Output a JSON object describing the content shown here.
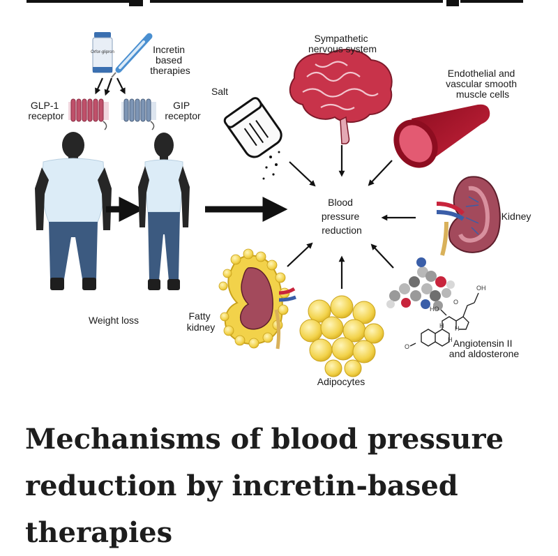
{
  "figure": {
    "drug_vial_label": "Orfor-glipron",
    "pen_label": [
      "Incretin",
      "based",
      "therapies"
    ],
    "glp1_label": [
      "GLP-1",
      "receptor"
    ],
    "gip_label": [
      "GIP",
      "receptor"
    ],
    "salt_label": "Salt",
    "sympathetic_label": [
      "Sympathetic",
      "nervous system"
    ],
    "endothelial_label": [
      "Endothelial and",
      "vascular smooth",
      "muscle cells"
    ],
    "center_label": [
      "Blood",
      "pressure",
      "reduction"
    ],
    "kidney_label": "Kidney",
    "angiotensin_label": [
      "Angiotensin II",
      "and aldosterone"
    ],
    "adipocytes_label": "Adipocytes",
    "fatty_kidney_label": [
      "Fatty",
      "kidney"
    ],
    "weight_loss_label": "Weight loss",
    "molecule_atoms": [
      "OH",
      "O",
      "HO",
      "H",
      "H",
      "H",
      "O"
    ]
  },
  "caption": {
    "line1": "Mechanisms of blood pressure",
    "line2": "reduction by incretin-based therapies"
  },
  "colors": {
    "brain": "#c8334a",
    "vessel": "#b3132b",
    "kidney": "#a34a5c",
    "fat": "#f2d24a",
    "shirt": "#dcecf7",
    "jeans": "#3c5a80",
    "skin": "#222222",
    "receptor": "#c0506a",
    "gip_receptor": "#7d95b5"
  }
}
